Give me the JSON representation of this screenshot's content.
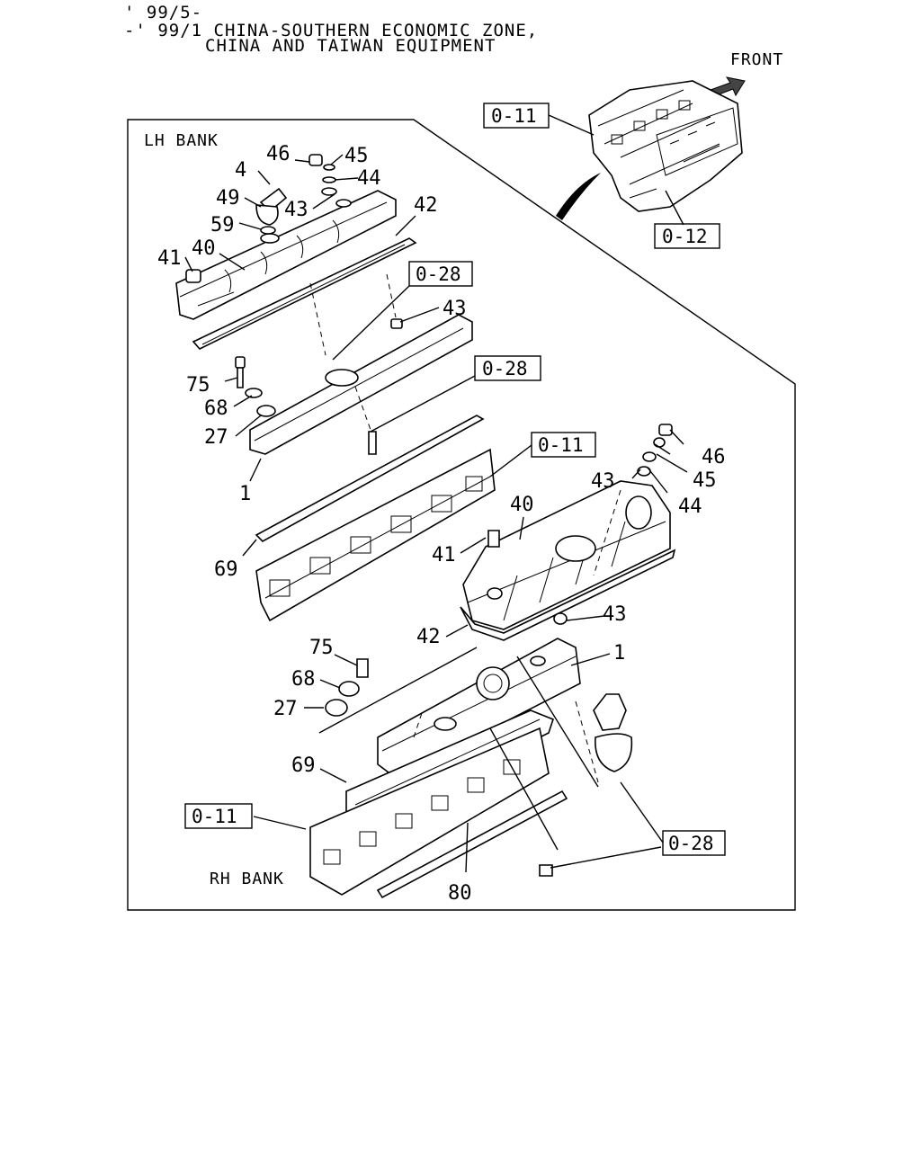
{
  "header": {
    "line1": "' 99/5-",
    "line2": "-' 99/1 CHINA-SOUTHERN ECONOMIC ZONE,",
    "line3": "CHINA AND TAIWAN EQUIPMENT"
  },
  "labels": {
    "front": "FRONT",
    "lh_bank": "LH BANK",
    "rh_bank": "RH BANK"
  },
  "ref_boxes": {
    "engine_top": "0-11",
    "engine_bottom": "0-12",
    "lh_upper": "0-28",
    "lh_lower": "0-28",
    "lh_head": "0-11",
    "rh_head": "0-11",
    "rh_bottom": "0-28"
  },
  "callouts": {
    "lh_46": "46",
    "lh_45": "45",
    "lh_4": "4",
    "lh_44": "44",
    "lh_49": "49",
    "lh_43a": "43",
    "lh_42": "42",
    "lh_59": "59",
    "lh_41": "41",
    "lh_40": "40",
    "lh_43b": "43",
    "lh_75": "75",
    "lh_68": "68",
    "lh_27": "27",
    "lh_1": "1",
    "lh_69": "69",
    "rh_46": "46",
    "rh_43a": "43",
    "rh_45": "45",
    "rh_44": "44",
    "rh_40": "40",
    "rh_41": "41",
    "rh_43b": "43",
    "rh_42": "42",
    "rh_1": "1",
    "rh_75": "75",
    "rh_68": "68",
    "rh_27": "27",
    "rh_69": "69",
    "rh_80": "80"
  }
}
